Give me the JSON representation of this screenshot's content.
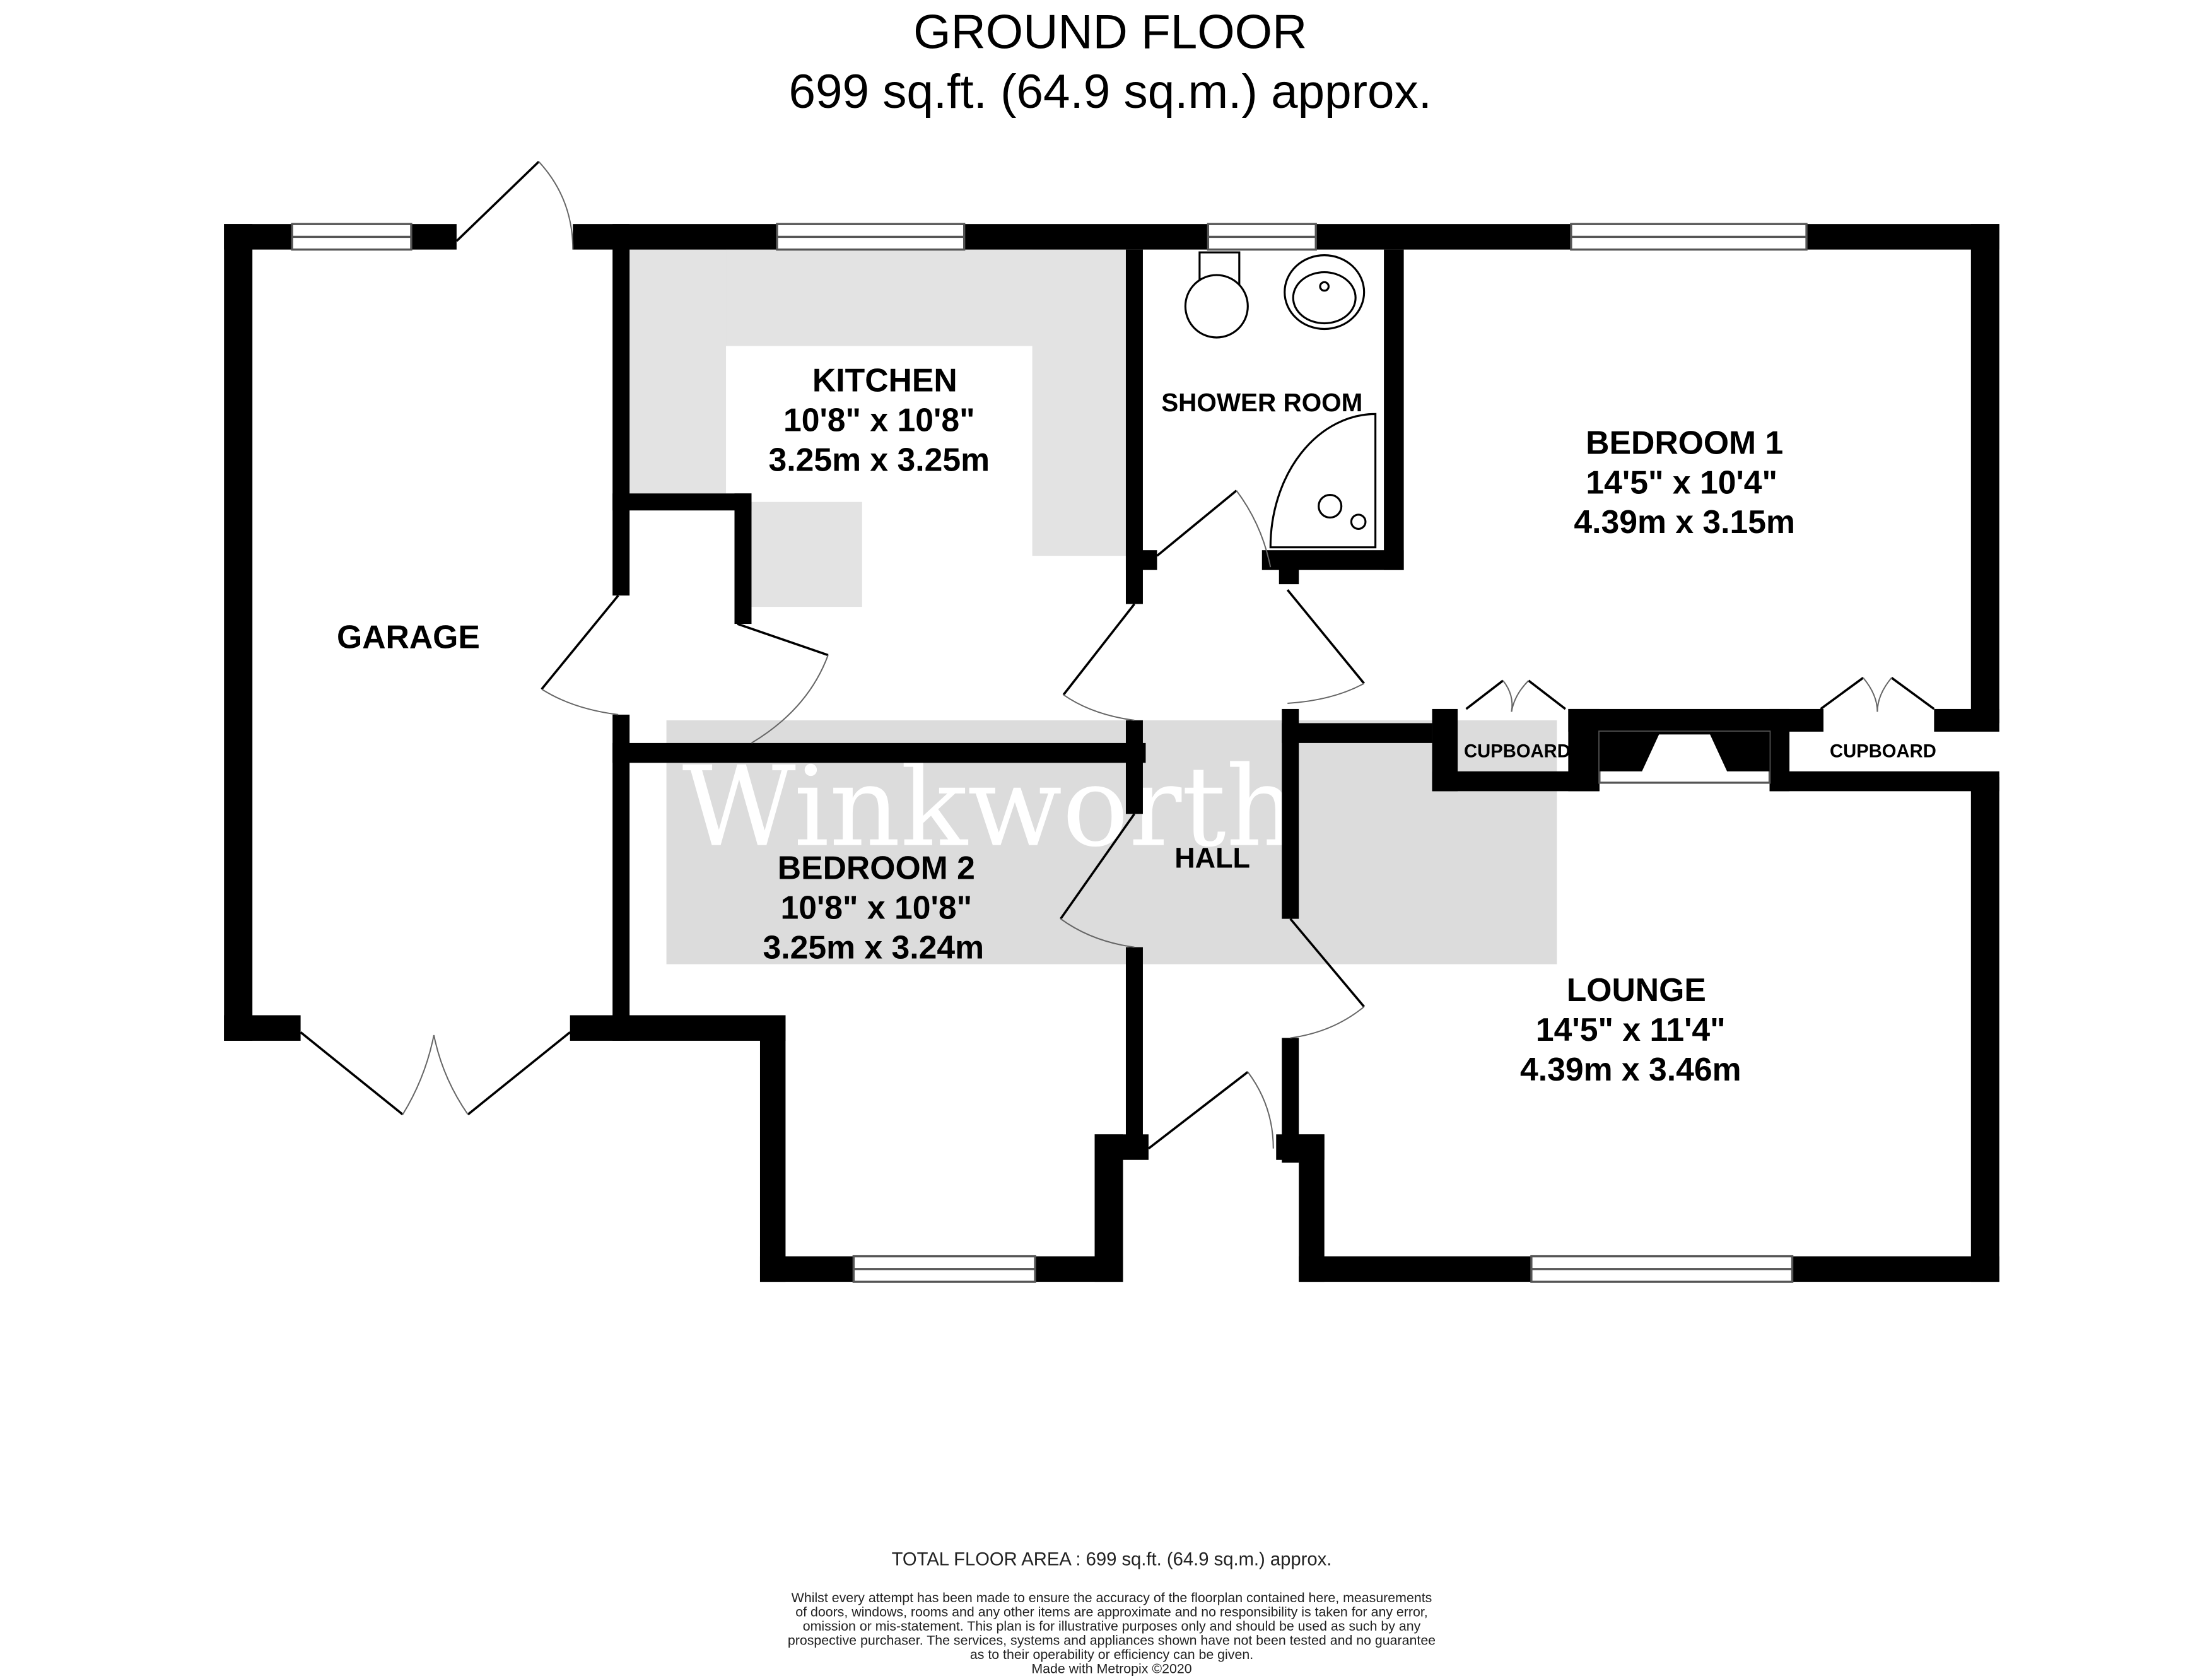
{
  "header": {
    "floor_name": "GROUND FLOOR",
    "floor_area": "699 sq.ft. (64.9 sq.m.) approx."
  },
  "watermark": "Winkworth",
  "rooms": {
    "garage": {
      "name": "GARAGE"
    },
    "kitchen": {
      "name": "KITCHEN",
      "dims_imperial": "10'8\"  x 10'8\"",
      "dims_metric": "3.25m  x 3.25m"
    },
    "shower_room": {
      "name": "SHOWER ROOM"
    },
    "bedroom1": {
      "name": "BEDROOM 1",
      "dims_imperial": "14'5\"  x 10'4\"",
      "dims_metric": "4.39m  x 3.15m"
    },
    "bedroom2": {
      "name": "BEDROOM 2",
      "dims_imperial": "10'8\"  x 10'8\"",
      "dims_metric": "3.25m  x 3.24m"
    },
    "hall": {
      "name": "HALL"
    },
    "lounge": {
      "name": "LOUNGE",
      "dims_imperial": "14'5\"  x 11'4\"",
      "dims_metric": "4.39m  x 3.46m"
    },
    "cupboard_left": {
      "name": "CUPBOARD"
    },
    "cupboard_right": {
      "name": "CUPBOARD"
    }
  },
  "footer": {
    "total_area": "TOTAL FLOOR AREA : 699 sq.ft. (64.9 sq.m.) approx.",
    "disclaimer_lines": [
      "Whilst every attempt has been made to ensure the accuracy of the floorplan contained here, measurements",
      "of doors, windows, rooms and any other items are approximate and no responsibility is taken for any error,",
      "omission or mis-statement. This plan is for illustrative purposes only and should be used as such by any",
      "prospective purchaser. The services, systems and appliances shown have not been tested and no guarantee",
      "as to their operability or efficiency can be given."
    ],
    "credit": "Made with Metropix ©2020"
  },
  "colors": {
    "wall": "#000000",
    "kitchen_units": "#e3e3e3",
    "watermark_band": "#dcdcdc",
    "background": "#ffffff"
  }
}
